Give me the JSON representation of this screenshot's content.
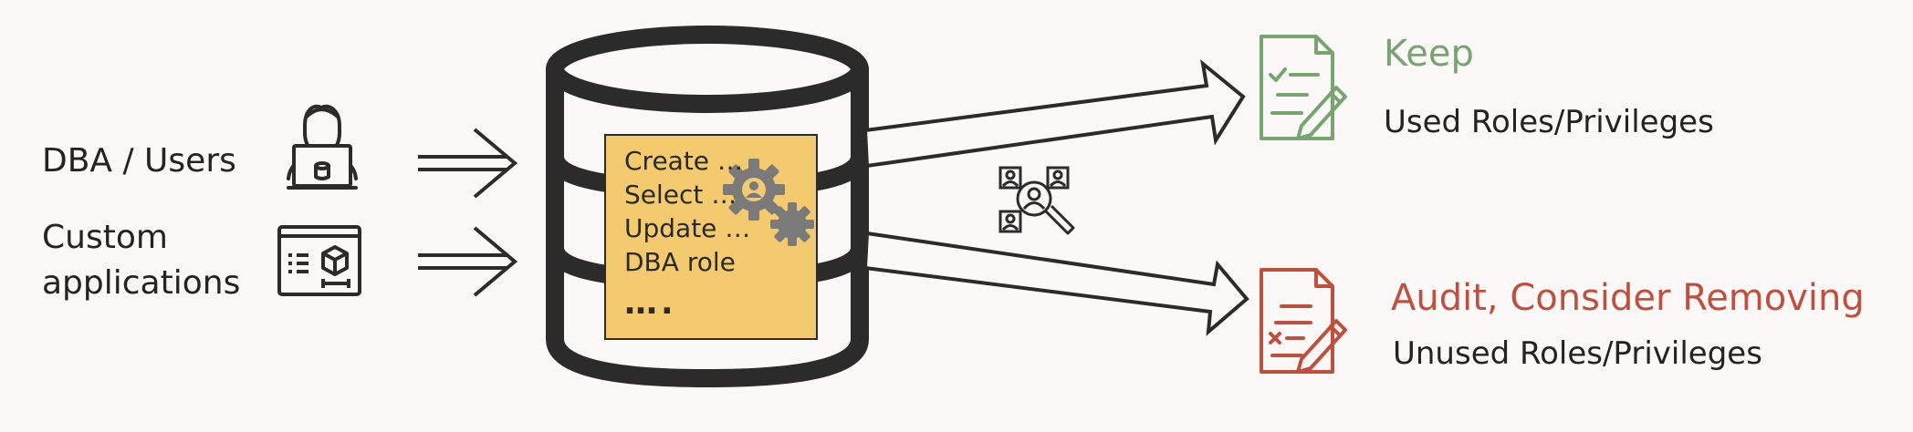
{
  "sources": {
    "dba_users": "DBA / Users",
    "custom_apps_line1": "Custom",
    "custom_apps_line2": "applications"
  },
  "database_card": {
    "items": [
      "Create …",
      "Select …",
      "Update …",
      "DBA role"
    ],
    "ellipsis": "…."
  },
  "outcomes": {
    "keep_title": "Keep",
    "keep_subtitle": "Used Roles/Privileges",
    "remove_title": "Audit, Consider Removing",
    "remove_subtitle": "Unused Roles/Privileges"
  },
  "colors": {
    "background": "#faf9f8",
    "ink": "#2b2b2b",
    "card_fill": "#f3ca6e",
    "keep_green": "#78a46f",
    "remove_red": "#c04f3e",
    "gear_gray": "#777777"
  },
  "icons": {
    "dba_user": "user-at-laptop-icon",
    "application": "application-window-icon",
    "gears": "gears-icon",
    "analysis": "people-search-icon",
    "keep_doc": "checklist-document-icon",
    "remove_doc": "x-list-document-icon"
  }
}
